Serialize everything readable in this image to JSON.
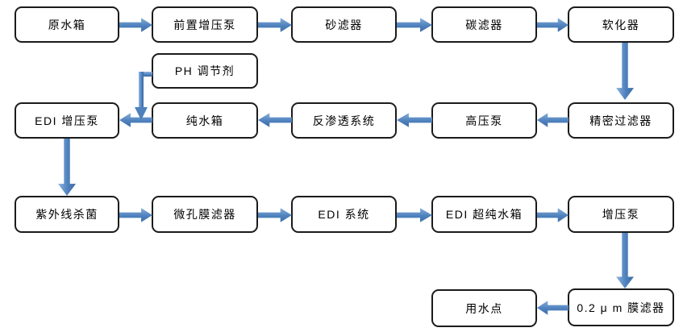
{
  "diagram": {
    "type": "process-flowchart",
    "language": "zh-CN",
    "colors": {
      "arrow": "#4e81bd",
      "box_border": "#1b1b1b",
      "box_fill": "#ffffff",
      "text": "#000000",
      "background": "#ffffff"
    },
    "nodes": [
      {
        "id": "raw-water-tank",
        "label": "原水箱"
      },
      {
        "id": "pre-booster-pump",
        "label": "前置增压泵"
      },
      {
        "id": "sand-filter",
        "label": "砂滤器"
      },
      {
        "id": "carbon-filter",
        "label": "碳滤器"
      },
      {
        "id": "softener",
        "label": "软化器"
      },
      {
        "id": "ph-regulator",
        "label": "PH 调节剂"
      },
      {
        "id": "edi-booster-pump",
        "label": "EDI 增压泵"
      },
      {
        "id": "pure-water-tank",
        "label": "纯水箱"
      },
      {
        "id": "ro-system",
        "label": "反渗透系统"
      },
      {
        "id": "high-pressure-pump",
        "label": "高压泵"
      },
      {
        "id": "precision-filter",
        "label": "精密过滤器"
      },
      {
        "id": "uv-sterilizer",
        "label": "紫外线杀菌"
      },
      {
        "id": "microporous-membrane-filter",
        "label": "微孔膜滤器"
      },
      {
        "id": "edi-system",
        "label": "EDI 系统"
      },
      {
        "id": "edi-ultrapure-water-tank",
        "label": "EDI 超纯水箱"
      },
      {
        "id": "booster-pump",
        "label": "增压泵"
      },
      {
        "id": "point-of-use",
        "label": "用水点"
      },
      {
        "id": "membrane-filter-0-2um",
        "label": "0.2 μ m 膜滤器"
      }
    ],
    "edges": [
      {
        "from": "raw-water-tank",
        "to": "pre-booster-pump",
        "direction": "right"
      },
      {
        "from": "pre-booster-pump",
        "to": "sand-filter",
        "direction": "right"
      },
      {
        "from": "sand-filter",
        "to": "carbon-filter",
        "direction": "right"
      },
      {
        "from": "carbon-filter",
        "to": "softener",
        "direction": "right"
      },
      {
        "from": "softener",
        "to": "precision-filter",
        "direction": "down"
      },
      {
        "from": "precision-filter",
        "to": "high-pressure-pump",
        "direction": "left"
      },
      {
        "from": "high-pressure-pump",
        "to": "ro-system",
        "direction": "left"
      },
      {
        "from": "ro-system",
        "to": "pure-water-tank",
        "direction": "left"
      },
      {
        "from": "pure-water-tank",
        "to": "edi-booster-pump",
        "direction": "left"
      },
      {
        "from": "ph-regulator",
        "to": "edi-booster-pump",
        "direction": "elbow-down"
      },
      {
        "from": "edi-booster-pump",
        "to": "uv-sterilizer",
        "direction": "down"
      },
      {
        "from": "uv-sterilizer",
        "to": "microporous-membrane-filter",
        "direction": "right"
      },
      {
        "from": "microporous-membrane-filter",
        "to": "edi-system",
        "direction": "right"
      },
      {
        "from": "edi-system",
        "to": "edi-ultrapure-water-tank",
        "direction": "right"
      },
      {
        "from": "edi-ultrapure-water-tank",
        "to": "booster-pump",
        "direction": "right"
      },
      {
        "from": "booster-pump",
        "to": "membrane-filter-0-2um",
        "direction": "down"
      },
      {
        "from": "membrane-filter-0-2um",
        "to": "point-of-use",
        "direction": "left"
      }
    ]
  }
}
